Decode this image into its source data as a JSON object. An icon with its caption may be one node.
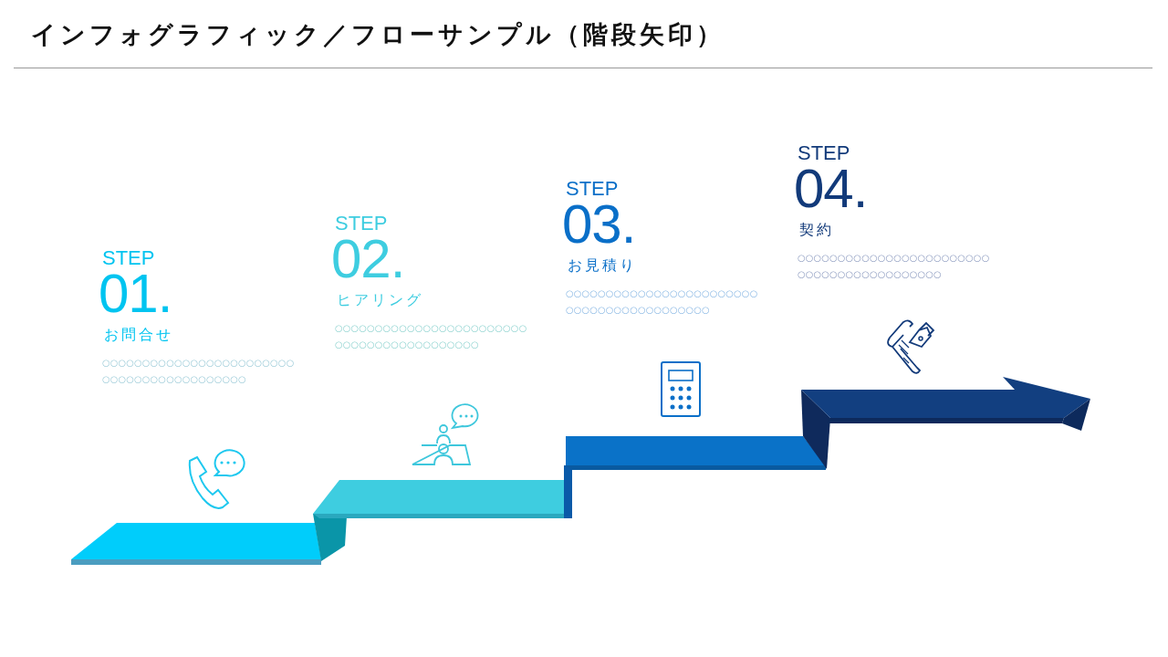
{
  "diagram": {
    "title": "インフォグラフィック／フローサンプル（階段矢印）",
    "labels": [
      "STEP",
      "01.",
      "お問合せ",
      "○○○○○○○○○○○○○○○○○○○○○○○○○○○○○○○○○○○○○○○○○○",
      "STEP",
      "02.",
      "ヒアリング",
      "○○○○○○○○○○○○○○○○○○○○○○○○○○○○○○○○○○○○○○○○○○",
      "STEP",
      "03.",
      "お見積り",
      "○○○○○○○○○○○○○○○○○○○○○○○○○○○○○○○○○○○○○○○○○○",
      "STEP",
      "04.",
      "契約",
      "○○○○○○○○○○○○○○○○○○○○○○○○○○○○○○○○○○○○○○○○○○"
    ]
  }
}
